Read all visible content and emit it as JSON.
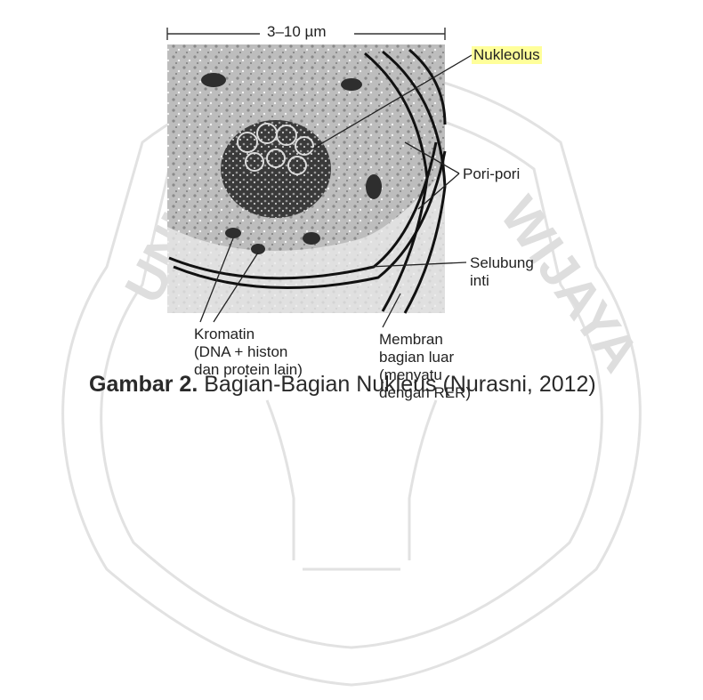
{
  "figure": {
    "scale_label": "3–10 µm",
    "labels": {
      "nukleolus": "Nukleolus",
      "pori": "Pori-pori",
      "selubung": "Selubung\ninti",
      "kromatin": "Kromatin\n(DNA + histon\ndan protein lain)",
      "membran": "Membran\nbagian luar\n(menyatu\ndengan RER)"
    }
  },
  "caption": {
    "prefix": "Gambar 2.",
    "text": "Bagian-Bagian Nukleus (Nurasni, 2012)"
  },
  "colors": {
    "highlight": "#ffff9a",
    "watermark": "#e2e2e2",
    "micrograph_bg": "#c9c9c9"
  }
}
